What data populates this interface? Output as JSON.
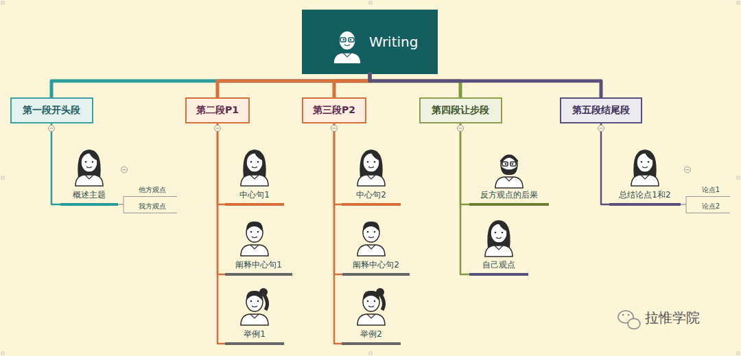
{
  "diagram": {
    "nodes": [
      {
        "text": [
          "Writing"
        ]
      },
      {
        "text": [
          "第一段开头段"
        ]
      },
      {
        "text": [
          "第二段P1"
        ]
      },
      {
        "text": [
          "第三段P2"
        ]
      },
      {
        "text": [
          "第四段让步段"
        ]
      },
      {
        "text": [
          "第五段结尾段"
        ]
      },
      {
        "text": [
          "概述主题"
        ]
      },
      {
        "text": [
          "他方观点"
        ]
      },
      {
        "text": [
          "我方观点"
        ]
      },
      {
        "text": [
          "中心句1"
        ]
      },
      {
        "text": [
          "阐释中心句1"
        ]
      },
      {
        "text": [
          "举例1"
        ]
      },
      {
        "text": [
          "中心句2"
        ]
      },
      {
        "text": [
          "阐释中心句2"
        ]
      },
      {
        "text": [
          "举例2"
        ]
      },
      {
        "text": [
          "反方观点的后果"
        ]
      },
      {
        "text": [
          "自己观点"
        ]
      },
      {
        "text": [
          "总结论点1和2"
        ]
      },
      {
        "text": [
          "论点1"
        ]
      },
      {
        "text": [
          "论点2"
        ]
      }
    ],
    "edges": [
      {
        "from": 0,
        "to": 1,
        "arrow": "none"
      },
      {
        "from": 0,
        "to": 2,
        "arrow": "none"
      },
      {
        "from": 0,
        "to": 3,
        "arrow": "none"
      },
      {
        "from": 0,
        "to": 4,
        "arrow": "none"
      },
      {
        "from": 0,
        "to": 5,
        "arrow": "none"
      },
      {
        "from": 1,
        "to": 6,
        "arrow": "none"
      },
      {
        "from": 6,
        "to": 7,
        "arrow": "none"
      },
      {
        "from": 6,
        "to": 8,
        "arrow": "none"
      },
      {
        "from": 2,
        "to": 9,
        "arrow": "none"
      },
      {
        "from": 2,
        "to": 10,
        "arrow": "none"
      },
      {
        "from": 2,
        "to": 11,
        "arrow": "none"
      },
      {
        "from": 3,
        "to": 12,
        "arrow": "none"
      },
      {
        "from": 3,
        "to": 13,
        "arrow": "none"
      },
      {
        "from": 3,
        "to": 14,
        "arrow": "none"
      },
      {
        "from": 4,
        "to": 15,
        "arrow": "none"
      },
      {
        "from": 4,
        "to": 16,
        "arrow": "none"
      },
      {
        "from": 5,
        "to": 17,
        "arrow": "none"
      },
      {
        "from": 17,
        "to": 18,
        "arrow": "none"
      },
      {
        "from": 17,
        "to": 19,
        "arrow": "none"
      }
    ],
    "labels": [
      "拉惟学院"
    ]
  }
}
